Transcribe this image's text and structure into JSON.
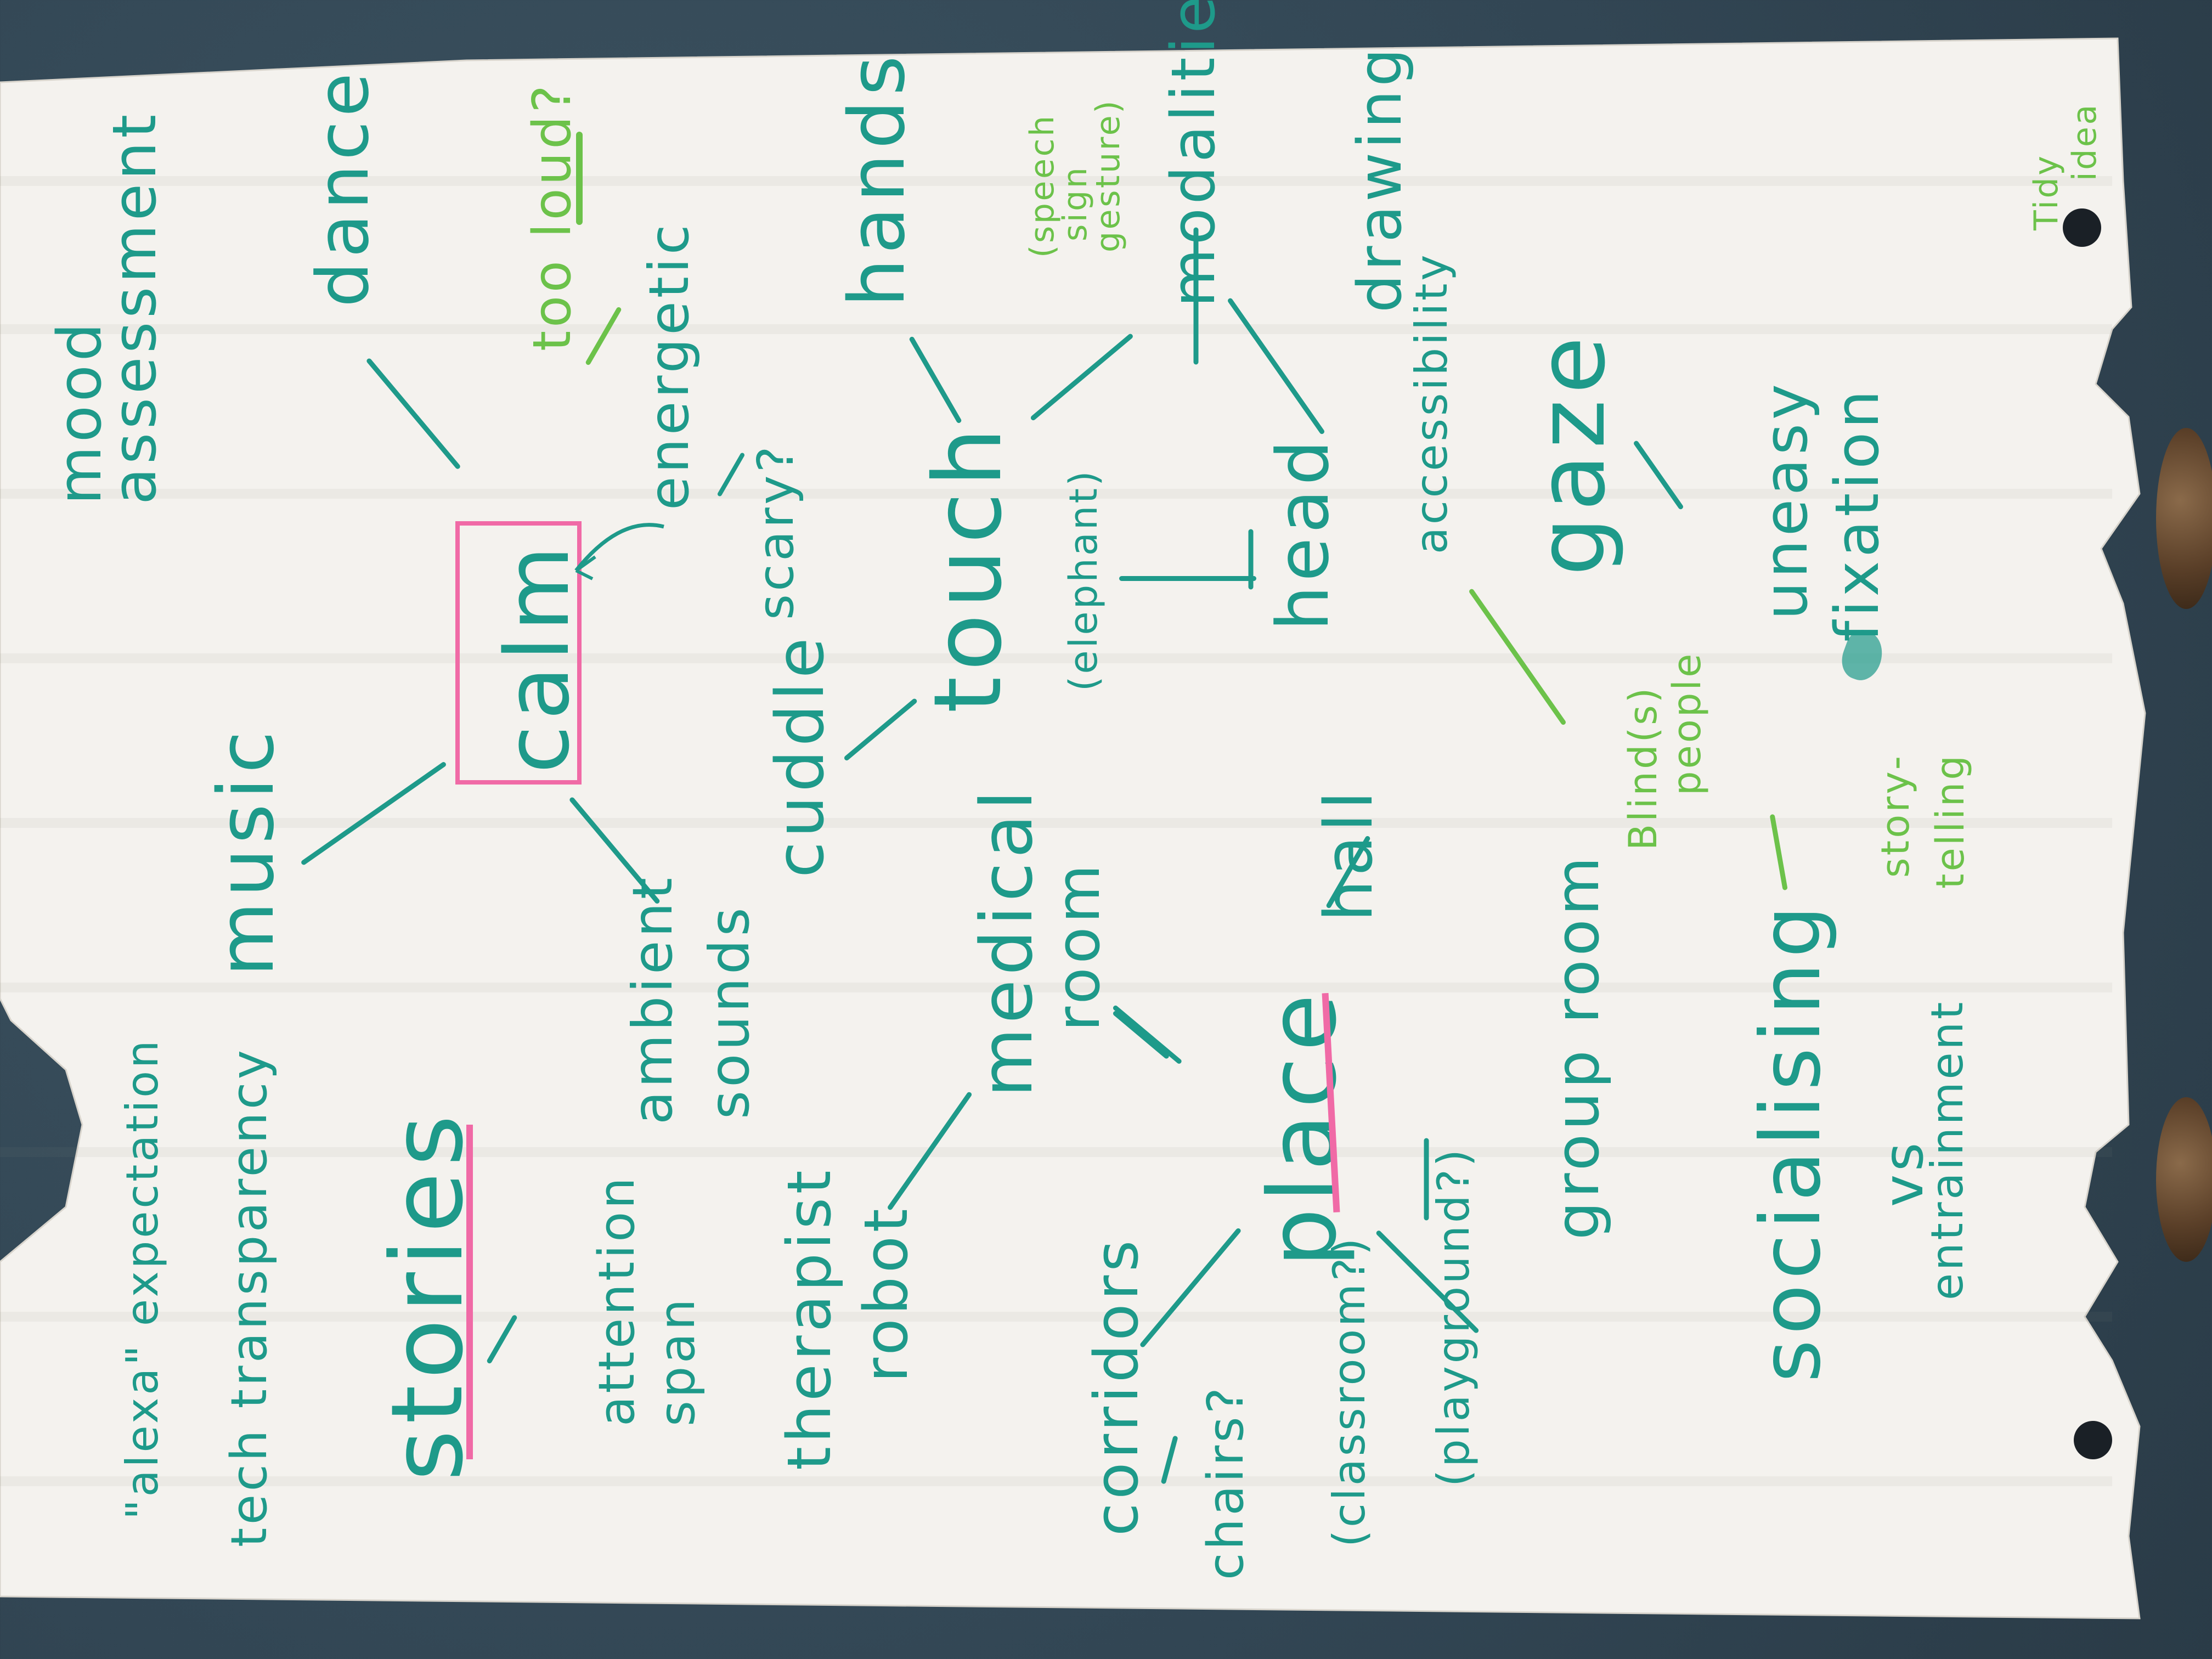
{
  "scene": {
    "description_type": "photo",
    "background_color": "#324654",
    "paper_color": "#f4f2ee",
    "ink_teal": "#1e9a8a",
    "ink_green": "#6cc24a",
    "ink_pink": "#f06aa6"
  },
  "notes": {
    "mood": "mood",
    "assessment": "assessment",
    "dance": "dance",
    "music": "music",
    "calm": "calm",
    "energetic": "energetic",
    "scary": "scary?",
    "too_loud": "too loud?",
    "hands": "hands",
    "touch": "touch",
    "elephant": "(elephant)",
    "cuddle": "cuddle",
    "ambient": "ambient",
    "sounds": "sounds",
    "speech": "(speech",
    "sign": "sign",
    "gesture": "gesture)",
    "modalities": "modalities",
    "drawing": "drawing",
    "accessibility": "accessibility",
    "head": "head",
    "gaze": "gaze",
    "uneasy": "uneasy",
    "fixation": "fixation",
    "blinds": "Blind(s)",
    "people": "people",
    "story": "story-",
    "telling": "telling",
    "alexa": "\"alexa\" expectation",
    "tech": "tech transparency",
    "stories": "stories",
    "attention": "attention",
    "span": "span",
    "therapist": "therapist",
    "robot": "robot",
    "medical": "medical",
    "room": "room",
    "hall": "hall",
    "place": "place",
    "classroom": "(classroom?)",
    "playground": "(playground?)",
    "corridors": "corridors",
    "chairs": "chairs?",
    "group_room": "group room",
    "socialising": "socialising",
    "vs": "vs",
    "entrainment": "entrainment",
    "idea": "idea",
    "idea_prefix": "Tidy"
  }
}
